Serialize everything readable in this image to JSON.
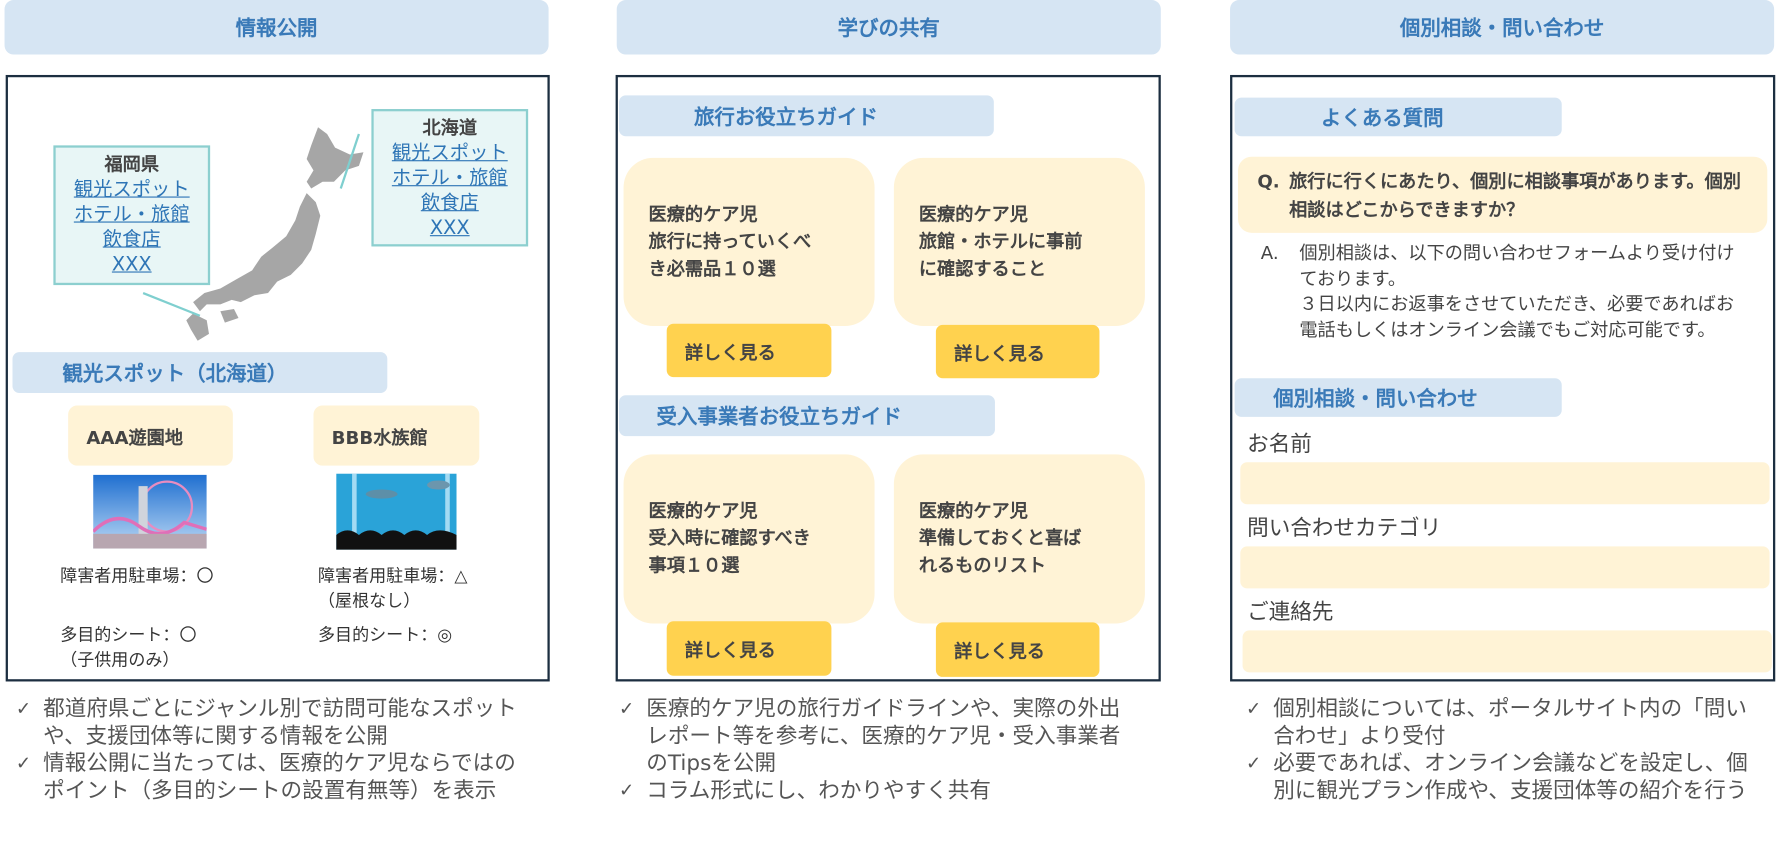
{
  "columns": [
    {
      "title": "情報公開"
    },
    {
      "title": "学びの共有"
    },
    {
      "title": "個別相談・問い合わせ"
    }
  ],
  "info": {
    "prefectures": [
      {
        "name": "福岡県",
        "links": [
          "観光スポット",
          "ホテル・旅館",
          "飲食店",
          "XXX"
        ]
      },
      {
        "name": "北海道",
        "links": [
          "観光スポット",
          "ホテル・旅館",
          "飲食店",
          "XXX"
        ]
      }
    ],
    "section_label": "観光スポット（北海道）",
    "spots": [
      {
        "name": "AAA遊園地",
        "parking": "障害者用駐車場：〇",
        "seat": "多目的シート：〇\n（子供用のみ）"
      },
      {
        "name": "BBB水族館",
        "parking": "障害者用駐車場：△\n（屋根なし）",
        "seat": "多目的シート：◎"
      }
    ],
    "bullets": [
      "都道府県ごとにジャンル別で訪問可能なスポットや、支援団体等に関する情報を公開",
      "情報公開に当たっては、医療的ケア児ならではのポイント（多目的シートの設置有無等）を表示"
    ]
  },
  "learning": {
    "sections": [
      {
        "label": "旅行お役立ちガイド",
        "cards": [
          {
            "text": "医療的ケア児\n旅行に持っていくべ\nき必需品１０選",
            "button": "詳しく見る"
          },
          {
            "text": "医療的ケア児\n旅館・ホテルに事前\nに確認すること",
            "button": "詳しく見る"
          }
        ]
      },
      {
        "label": "受入事業者お役立ちガイド",
        "cards": [
          {
            "text": "医療的ケア児\n受入時に確認すべき\n事項１０選",
            "button": "詳しく見る"
          },
          {
            "text": "医療的ケア児\n準備しておくと喜ば\nれるものリスト",
            "button": "詳しく見る"
          }
        ]
      }
    ],
    "bullets": [
      "医療的ケア児の旅行ガイドラインや、実際の外出レポート等を参考に、医療的ケア児・受入事業者のTipsを公開",
      "コラム形式にし、わかりやすく共有"
    ]
  },
  "consult": {
    "faq_label": "よくある質問",
    "question_prefix": "Q.",
    "question": "旅行に行くにあたり、個別に相談事項があります。個別相談はどこからできますか？",
    "answer_prefix": "A.",
    "answer": "個別相談は、以下の問い合わせフォームより受け付けております。\n３日以内にお返事をさせていただき、必要であればお電話もしくはオンライン会議でもご対応可能です。",
    "form_label": "個別相談・問い合わせ",
    "fields": [
      {
        "label": "お名前"
      },
      {
        "label": "問い合わせカテゴリ"
      },
      {
        "label": "ご連絡先"
      }
    ],
    "bullets": [
      "個別相談については、ポータルサイト内の「問い合わせ」より受付",
      "必要であれば、オンライン会議などを設定し、個別に観光プラン作成や、支援団体等の紹介を行う"
    ]
  },
  "check_mark": "✓"
}
